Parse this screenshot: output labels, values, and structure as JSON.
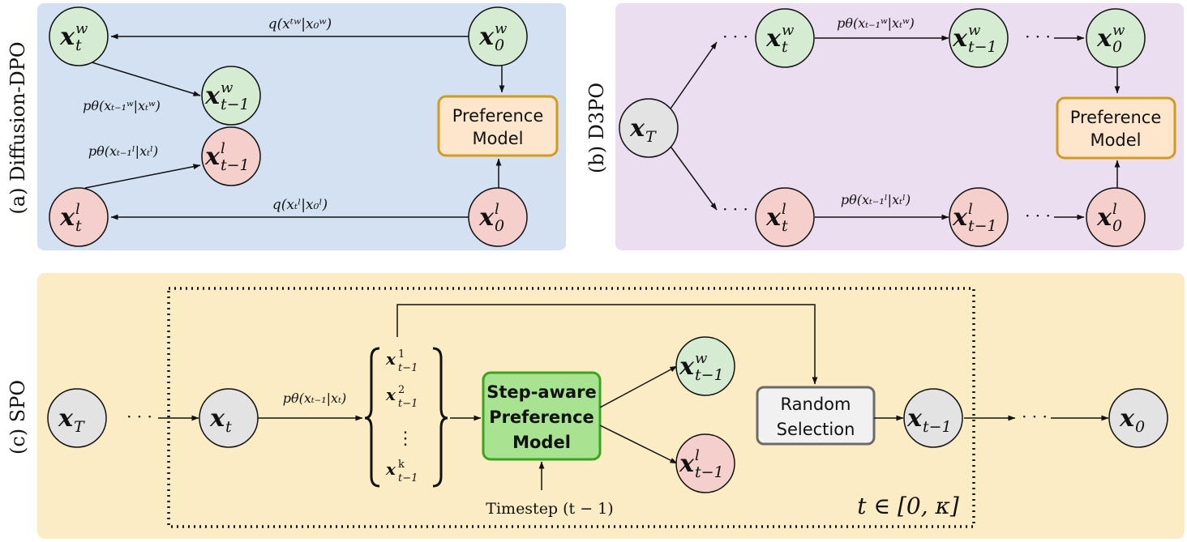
{
  "colors": {
    "panel_a_bg": "#d3e1f3",
    "panel_b_bg": "#ecdef1",
    "panel_c_bg": "#fcecc4",
    "node_green": "#d6ecd2",
    "node_red": "#f4cfcc",
    "node_gray": "#e3e3e3",
    "pref_box_fill": "#fde6cc",
    "pref_box_stroke": "#d49a1c",
    "step_box_fill": "#a7e391",
    "step_box_stroke": "#3aa422",
    "random_box_fill": "#f1f1f1",
    "random_box_stroke": "#6a6a6a",
    "line": "#111111"
  },
  "panel_a": {
    "label": "(a) Diffusion-DPO",
    "nodes": {
      "xtw": {
        "base": "x",
        "sup": "w",
        "sub": "t"
      },
      "x0w": {
        "base": "x",
        "sup": "w",
        "sub": "0"
      },
      "xt1w": {
        "base": "x",
        "sup": "w",
        "sub": "t−1"
      },
      "xt1l": {
        "base": "x",
        "sup": "l",
        "sub": "t−1"
      },
      "xtl": {
        "base": "x",
        "sup": "l",
        "sub": "t"
      },
      "x0l": {
        "base": "x",
        "sup": "l",
        "sub": "0"
      }
    },
    "edge_q_w": "q(xᵗʷ|x₀ʷ)",
    "edge_q_l": "q(xₜˡ|x₀ˡ)",
    "edge_p_w": "pθ(xₜ₋₁ʷ|xₜʷ)",
    "edge_p_l": "pθ(xₜ₋₁ˡ|xₜˡ)",
    "pref_line1": "Preference",
    "pref_line2": "Model"
  },
  "panel_b": {
    "label": "(b) D3PO",
    "nodes": {
      "xT": {
        "base": "x",
        "sup": "",
        "sub": "T"
      },
      "xtw": {
        "base": "x",
        "sup": "w",
        "sub": "t"
      },
      "xt1w": {
        "base": "x",
        "sup": "w",
        "sub": "t−1"
      },
      "x0w": {
        "base": "x",
        "sup": "w",
        "sub": "0"
      },
      "xtl": {
        "base": "x",
        "sup": "l",
        "sub": "t"
      },
      "xt1l": {
        "base": "x",
        "sup": "l",
        "sub": "t−1"
      },
      "x0l": {
        "base": "x",
        "sup": "l",
        "sub": "0"
      }
    },
    "edge_p_w": "pθ(xₜ₋₁ʷ|xₜʷ)",
    "edge_p_l": "pθ(xₜ₋₁ˡ|xₜˡ)",
    "pref_line1": "Preference",
    "pref_line2": "Model",
    "dots": "· · ·"
  },
  "panel_c": {
    "label": "(c) SPO",
    "nodes": {
      "xT": {
        "base": "x",
        "sup": "",
        "sub": "T"
      },
      "xt": {
        "base": "x",
        "sup": "",
        "sub": "t"
      },
      "xt1w": {
        "base": "x",
        "sup": "w",
        "sub": "t−1"
      },
      "xt1l": {
        "base": "x",
        "sup": "l",
        "sub": "t−1"
      },
      "xt1": {
        "base": "x",
        "sup": "",
        "sub": "t−1"
      },
      "x0": {
        "base": "x",
        "sup": "",
        "sub": "0"
      }
    },
    "edge_p": "pθ(xₜ₋₁|xₜ)",
    "set_items": [
      {
        "sup": "1",
        "sub": "t−1"
      },
      {
        "sup": "2",
        "sub": "t−1"
      },
      {
        "sup": "k",
        "sub": "t−1"
      }
    ],
    "vdots": "⋮",
    "step_line1": "Step-aware",
    "step_line2": "Preference",
    "step_line3": "Model",
    "random_line1": "Random",
    "random_line2": "Selection",
    "timestep_label": "Timestep (t − 1)",
    "range_label": "t ∈ [0, κ]",
    "dots": "· · ·"
  }
}
